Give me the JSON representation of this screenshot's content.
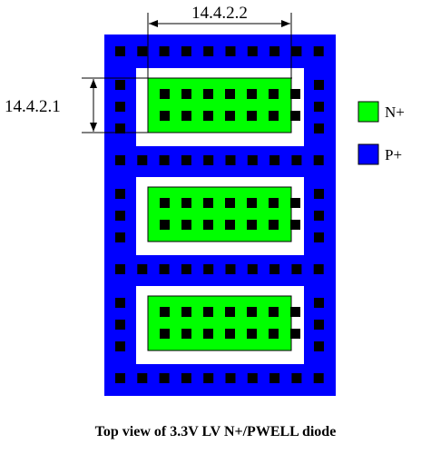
{
  "title": "Top view of 3.3V LV N+/PWELL diode",
  "dimensions": {
    "horizontal_label": "14.4.2.2",
    "vertical_label": "14.4.2.1"
  },
  "legend": [
    {
      "label": "N+",
      "color": "#00ff00"
    },
    {
      "label": "P+",
      "color": "#0000ff"
    }
  ],
  "colors": {
    "p_plus": "#0000ff",
    "n_plus": "#00ff00",
    "contact": "#000000",
    "gap": "#ffffff"
  },
  "structure": {
    "diode_cells": 3,
    "n_plus_contacts_per_row": 7,
    "n_plus_contact_rows": 2,
    "p_plus_horizontal_contacts": 10,
    "p_plus_side_contacts_per_cell": 3
  }
}
